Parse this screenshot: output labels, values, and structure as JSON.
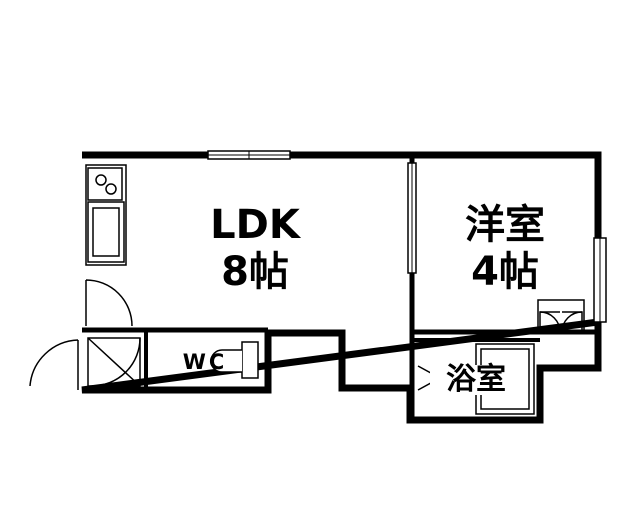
{
  "rooms": {
    "ldk": {
      "name": "LDK",
      "size": "8帖"
    },
    "western": {
      "name": "洋室",
      "size": "4帖"
    },
    "wc": {
      "name": "WC"
    },
    "bath": {
      "name": "浴室"
    }
  },
  "colors": {
    "wall": "#000000",
    "background": "#ffffff"
  }
}
